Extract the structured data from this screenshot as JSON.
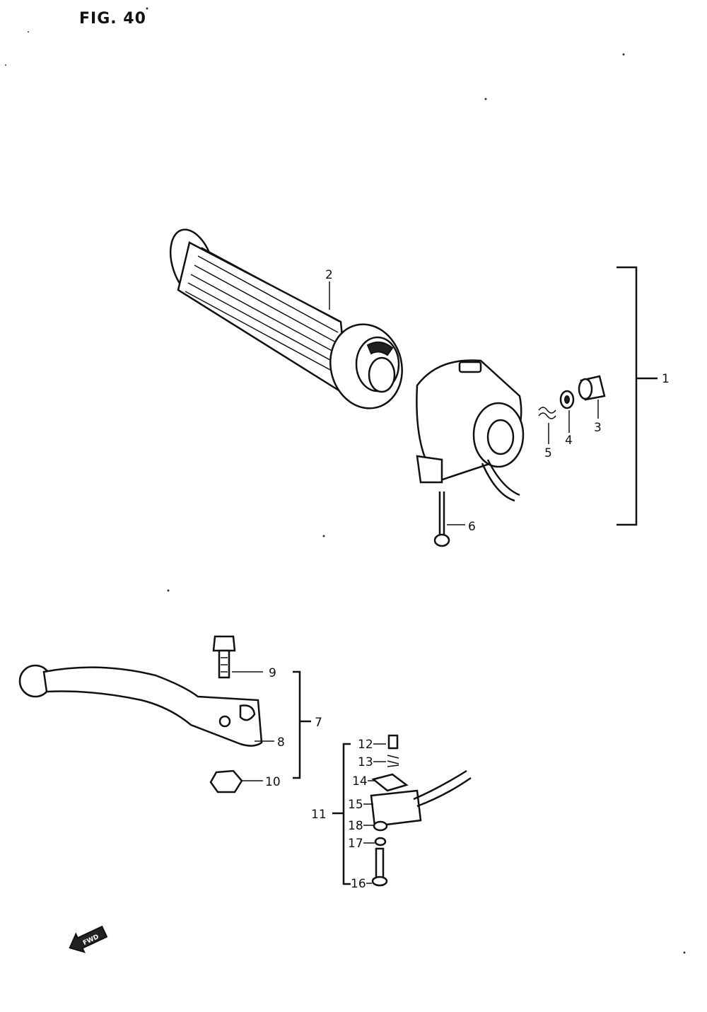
{
  "figure": {
    "title": "FIG. 40"
  },
  "callouts": {
    "c1": "1",
    "c2": "2",
    "c3": "3",
    "c4": "4",
    "c5": "5",
    "c6": "6",
    "c7": "7",
    "c8": "8",
    "c9": "9",
    "c10": "10",
    "c11": "11",
    "c12": "12",
    "c13": "13",
    "c14": "14",
    "c15": "15",
    "c18": "18",
    "c17": "17",
    "c16": "16"
  },
  "fwd_arrow": {
    "label": "FWD"
  }
}
